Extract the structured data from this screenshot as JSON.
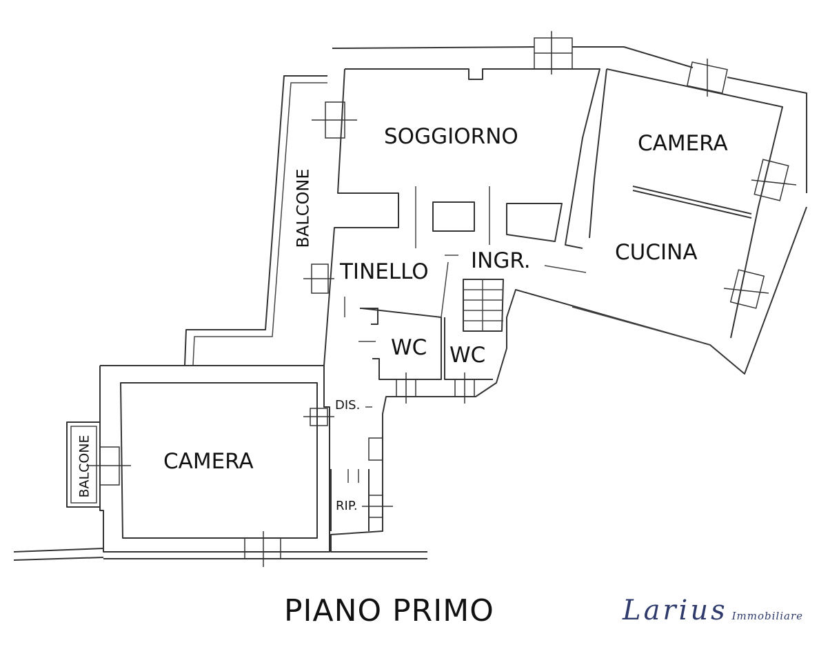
{
  "plan": {
    "title": "PIANO PRIMO",
    "rooms": {
      "soggiorno": "SOGGIORNO",
      "camera_top": "CAMERA",
      "cucina": "CUCINA",
      "tinello": "TINELLO",
      "ingresso": "INGR.",
      "wc_left": "WC",
      "wc_right": "WC",
      "disimpegno": "DIS.",
      "ripostiglio": "RIP.",
      "camera_bottom": "CAMERA",
      "balcone_long": "BALCONE",
      "balcone_small": "BALCONE"
    }
  },
  "brand": {
    "name": "Larius",
    "subtitle": "Immobiliare",
    "color": "#2e3a6b"
  }
}
